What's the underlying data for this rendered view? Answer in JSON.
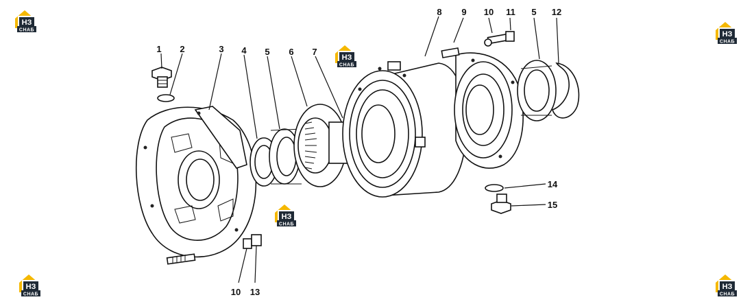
{
  "labels": [
    {
      "id": "1",
      "text": "1"
    },
    {
      "id": "2",
      "text": "2"
    },
    {
      "id": "3",
      "text": "3"
    },
    {
      "id": "4",
      "text": "4"
    },
    {
      "id": "5a",
      "text": "5"
    },
    {
      "id": "6",
      "text": "6"
    },
    {
      "id": "7",
      "text": "7"
    },
    {
      "id": "8",
      "text": "8"
    },
    {
      "id": "9",
      "text": "9"
    },
    {
      "id": "10a",
      "text": "10"
    },
    {
      "id": "11",
      "text": "11"
    },
    {
      "id": "5b",
      "text": "5"
    },
    {
      "id": "12",
      "text": "12"
    },
    {
      "id": "14",
      "text": "14"
    },
    {
      "id": "15",
      "text": "15"
    },
    {
      "id": "10b",
      "text": "10"
    },
    {
      "id": "13",
      "text": "13"
    }
  ],
  "watermark": {
    "top": "НЗ",
    "bottom": "СНАБ",
    "accent": "#f5b800",
    "dark": "#1f2a36"
  }
}
